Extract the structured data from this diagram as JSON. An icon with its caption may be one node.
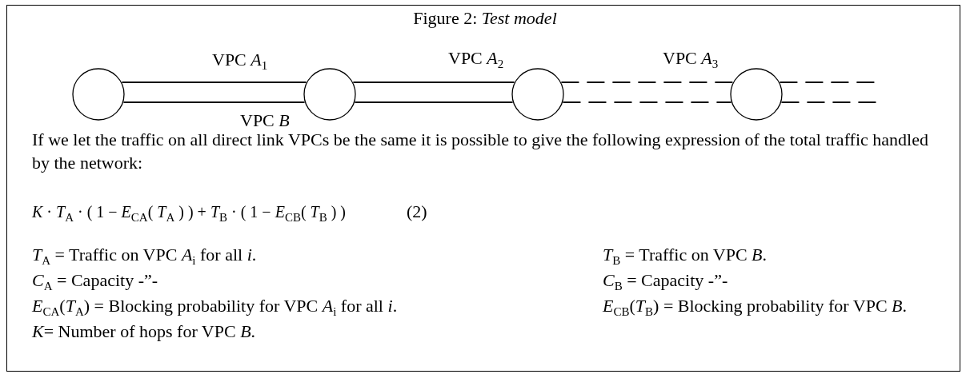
{
  "diagram": {
    "title": "Figure 2: *Test model*",
    "nodes": [
      {
        "text": [],
        "shape": "circle"
      },
      {
        "text": [],
        "shape": "circle"
      },
      {
        "text": [],
        "shape": "circle"
      },
      {
        "text": [],
        "shape": "circle"
      }
    ],
    "edges": [
      {
        "from": 0,
        "to": 1,
        "arrow": "none",
        "label": "VPC *A*$_{1}$"
      },
      {
        "from": 1,
        "to": 2,
        "arrow": "none",
        "label": "VPC *A*$_{2}$"
      },
      {
        "from": 2,
        "to": 3,
        "arrow": "none",
        "label": "VPC *A*$_{3}$",
        "style": "dashed"
      },
      {
        "from": 3,
        "to": null,
        "arrow": "none",
        "style": "dashed"
      },
      {
        "from": 0,
        "to": 1,
        "arrow": "none",
        "label": "VPC *B*"
      },
      {
        "from": 1,
        "to": 2,
        "arrow": "none"
      },
      {
        "from": 2,
        "to": 3,
        "arrow": "none",
        "style": "dashed"
      },
      {
        "from": 3,
        "to": null,
        "arrow": "none",
        "style": "dashed"
      }
    ],
    "labels": [
      "If we let the traffic on all direct link VPCs be the same it is possible to give the following expression of the total traffic handled by the network:",
      "*K* · *T*$_{A}$ · ( 1 − *E*$_{CA}$( *T*$_{A}$ ) ) + *T*$_{B}$ · ( 1 − *E*$_{CB}$( *T*$_{B}$ ) )",
      "(2)",
      "*T*$_{A}$ = Traffic on VPC *A*$_{i}$ for all *i*.",
      "*T*$_{B}$ = Traffic on VPC *B*.",
      "*C*$_{A}$ = Capacity -”-",
      "*C*$_{B}$ = Capacity -”-",
      "*E*$_{CA}$(*T*$_{A}$) = Blocking probability for VPC *A*$_{i}$ for all *i*.",
      "*E*$_{CB}$(*T*$_{B}$) = Blocking probability for VPC *B*.",
      "*K*= Number of hops for VPC *B*."
    ]
  }
}
